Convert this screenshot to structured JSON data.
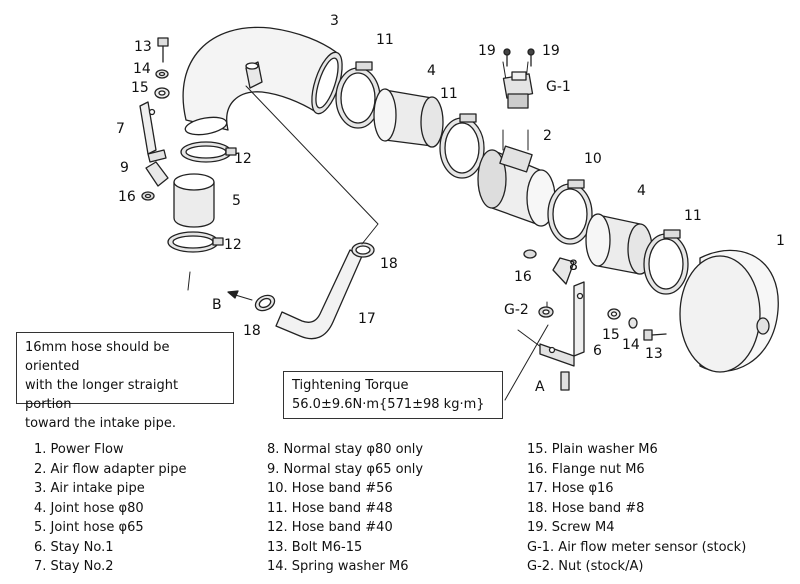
{
  "callouts": {
    "c1": "1",
    "c2": "2",
    "c3": "3",
    "c4a": "4",
    "c4b": "4",
    "c5": "5",
    "c6": "6",
    "c7": "7",
    "c8": "8",
    "c9": "9",
    "c10": "10",
    "c11a": "11",
    "c11b": "11",
    "c11c": "11",
    "c12a": "12",
    "c12b": "12",
    "c13a": "13",
    "c13b": "13",
    "c14a": "14",
    "c14b": "14",
    "c15a": "15",
    "c15b": "15",
    "c16a": "16",
    "c16b": "16",
    "c17": "17",
    "c18a": "18",
    "c18b": "18",
    "c19a": "19",
    "c19b": "19",
    "cg1": "G-1",
    "cg2": "G-2",
    "ca": "A",
    "cb": "B"
  },
  "note": {
    "line1": "16mm hose should be oriented",
    "line2": "with the longer straight portion",
    "line3": "toward the intake pipe."
  },
  "torque": {
    "title": "Tightening Torque",
    "value": "56.0±9.6N·m{571±98 kg·m}"
  },
  "parts_list": {
    "col1": [
      "1. Power Flow",
      "2. Air flow adapter pipe",
      "3. Air intake pipe",
      "4. Joint hose  φ80",
      "5. Joint hose  φ65",
      "6. Stay No.1",
      "7. Stay No.2"
    ],
    "col2": [
      "8. Normal stay  φ80 only",
      "9. Normal stay  φ65 only",
      "10. Hose band  #56",
      "11. Hose band  #48",
      "12. Hose band  #40",
      "13. Bolt  M6-15",
      "14. Spring washer  M6"
    ],
    "col3": [
      "15. Plain washer  M6",
      "16. Flange nut  M6",
      "17. Hose  φ16",
      "18. Hose band  #8",
      "19. Screw  M4",
      "G-1. Air flow meter sensor (stock)",
      "G-2. Nut (stock/A)"
    ]
  }
}
